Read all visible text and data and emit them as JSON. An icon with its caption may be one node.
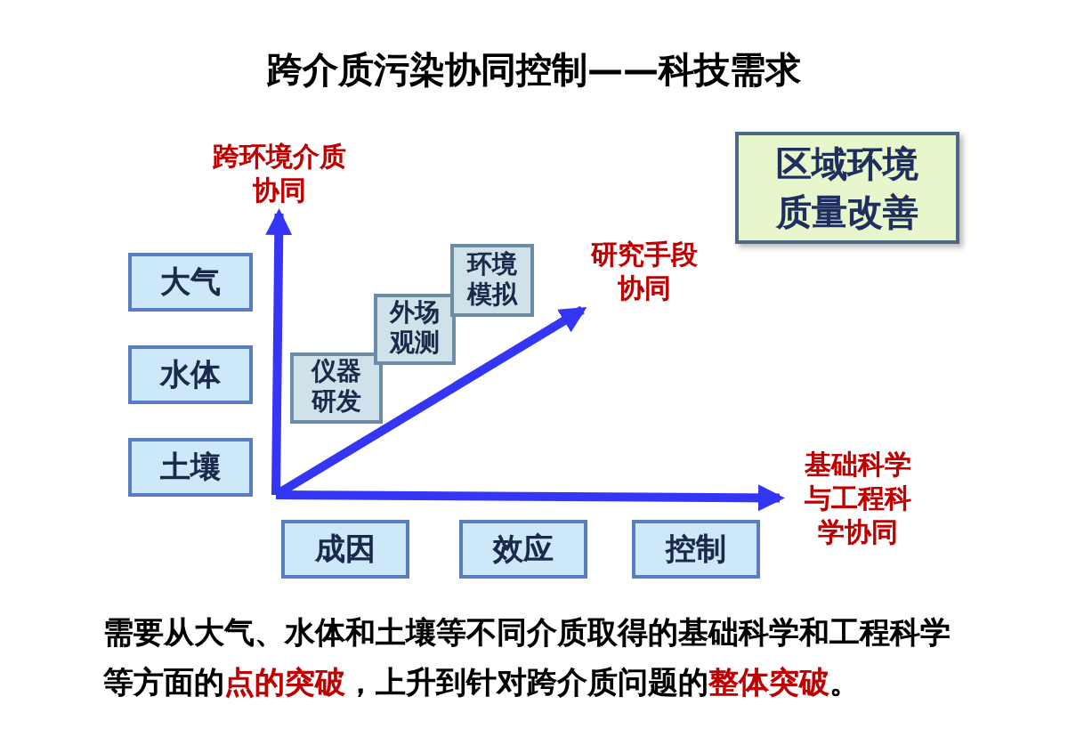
{
  "diagram": {
    "title": "跨介质污染协同控制——科技需求",
    "nodes": [
      {
        "text": [
          "大气"
        ]
      },
      {
        "text": [
          "水体"
        ]
      },
      {
        "text": [
          "土壤"
        ]
      },
      {
        "text": [
          "仪器研发"
        ]
      },
      {
        "text": [
          "外场观测"
        ]
      },
      {
        "text": [
          "环境模拟"
        ]
      },
      {
        "text": [
          "成因"
        ]
      },
      {
        "text": [
          "效应"
        ]
      },
      {
        "text": [
          "控制"
        ]
      },
      {
        "text": [
          "区域环境质量改善"
        ]
      },
      {
        "text": [
          "跨环境介质协同"
        ]
      },
      {
        "text": [
          "研究手段协同"
        ]
      },
      {
        "text": [
          "基础科学与工程科学协同"
        ]
      }
    ],
    "edges": [
      {
        "from": null,
        "to": 10,
        "arrow": "to"
      },
      {
        "from": null,
        "to": 11,
        "arrow": "to"
      },
      {
        "from": null,
        "to": 12,
        "arrow": "to"
      }
    ],
    "caption": "需要从大气、水体和土壤等不同介质取得的基础科学和工程科学等方面的**点的突破**，上升到针对跨介质问题的**整体突破**。"
  }
}
